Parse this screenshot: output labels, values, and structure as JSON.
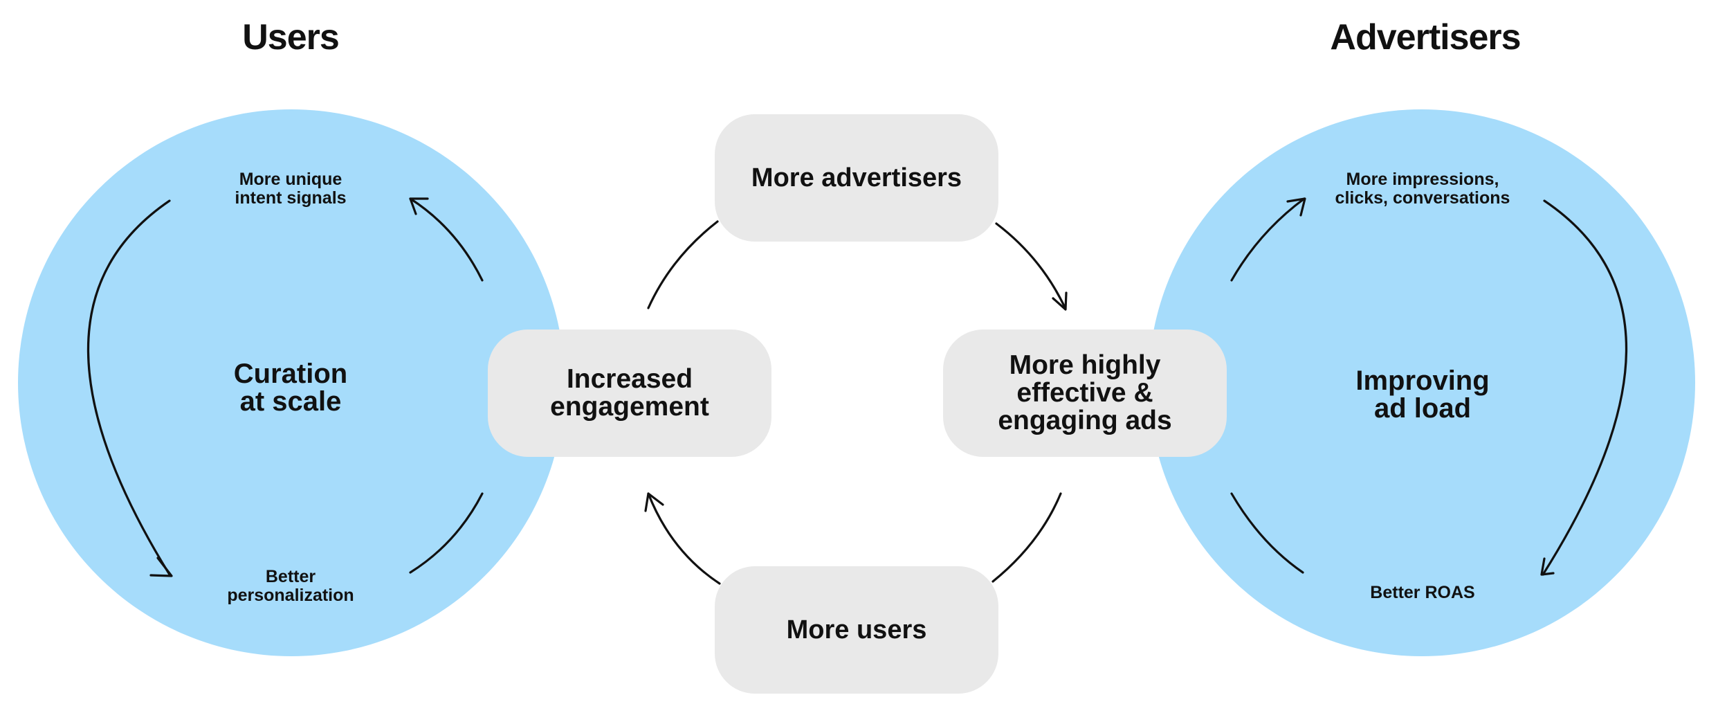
{
  "colors": {
    "circle_fill": "#a6dcfb",
    "box_fill": "#e9e9e9",
    "text": "#111111",
    "arrow": "#111111"
  },
  "headings": {
    "users": "Users",
    "advertisers": "Advertisers"
  },
  "left_loop": {
    "center_line1": "Curation",
    "center_line2": "at scale",
    "top_line1": "More unique",
    "top_line2": "intent signals",
    "bottom_line1": "Better",
    "bottom_line2": "personalization"
  },
  "right_loop": {
    "center_line1": "Improving",
    "center_line2": "ad load",
    "top_line1": "More impressions,",
    "top_line2": "clicks, conversations",
    "bottom_line1": "Better ROAS"
  },
  "middle_loop": {
    "top": "More advertisers",
    "left_line1": "Increased",
    "left_line2": "engagement",
    "right_line1": "More highly",
    "right_line2": "effective &",
    "right_line3": "engaging ads",
    "bottom": "More users"
  },
  "icons": {
    "arrow_marker": "arrowhead-icon"
  }
}
